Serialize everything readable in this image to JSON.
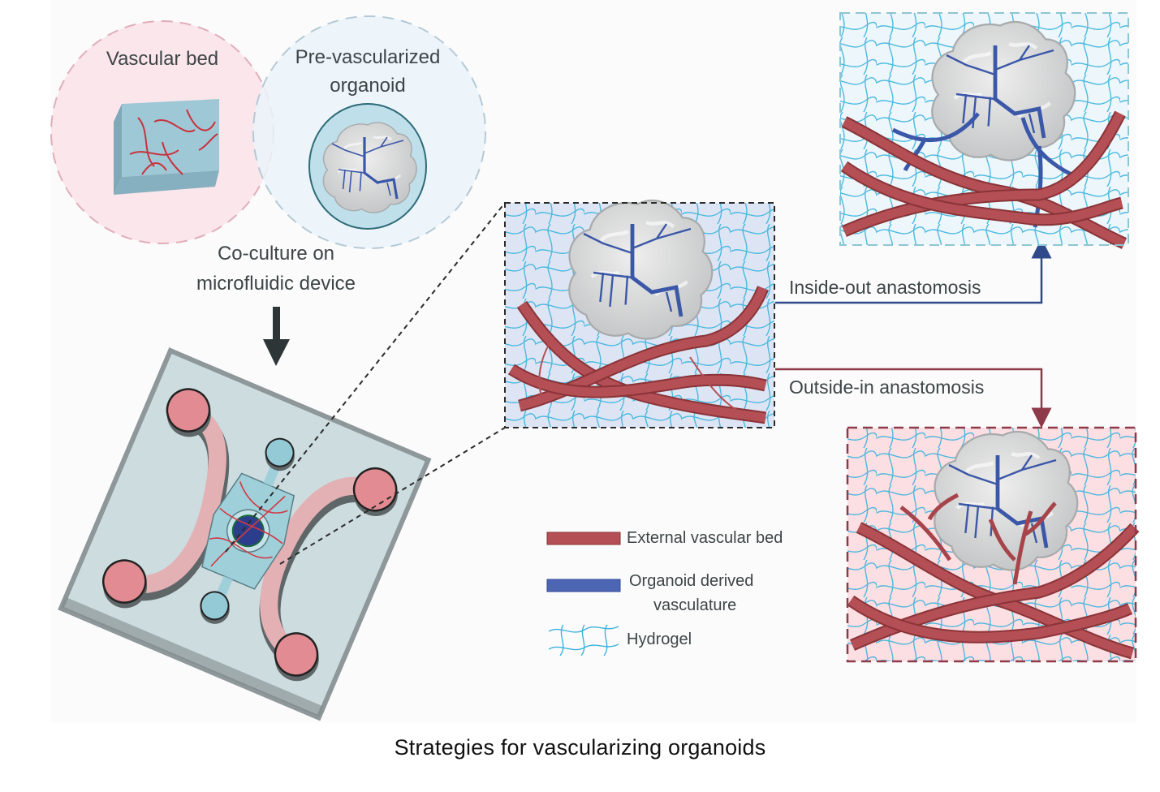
{
  "figure": {
    "caption": "Strategies for vascularizing organoids",
    "source_circles": {
      "vascular_bed": {
        "label": "Vascular bed"
      },
      "pre_vascularized_organoid": {
        "label_line1": "Pre-vascularized",
        "label_line2": "organoid"
      }
    },
    "step_label": {
      "line1": "Co-culture on",
      "line2": "microfluidic device"
    },
    "pathways": {
      "inside_out": {
        "label": "Inside-out anastomosis",
        "color": "#2f4a8a"
      },
      "outside_in": {
        "label": "Outside-in anastomosis",
        "color": "#8e3a48"
      }
    },
    "legend": {
      "items": [
        {
          "label": "External vascular bed",
          "color": "#b34f55"
        },
        {
          "label_line1": "Organoid derived",
          "label_line2": "vasculature",
          "color": "#4d66b3"
        },
        {
          "label": "Hydrogel",
          "color": "#3ab3dc"
        }
      ]
    },
    "colors": {
      "vessel_red": "#b34f55",
      "vessel_blue": "#3b57a8",
      "hydrogel": "#3ab3dc",
      "organoid_gray": "#d9dadb",
      "panel_background": "#fbfbfb"
    }
  }
}
